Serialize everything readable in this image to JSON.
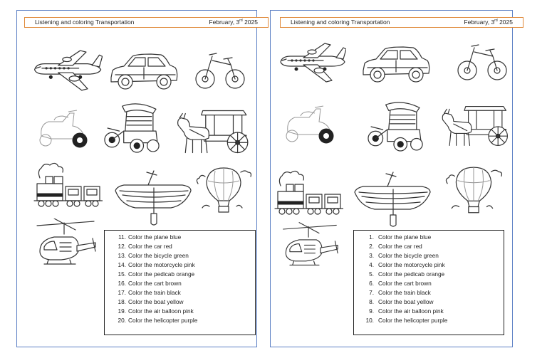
{
  "worksheet": {
    "title": "Listening and coloring Transportation",
    "date_prefix": "February, 3",
    "date_sup": "rd",
    "date_year": "2025"
  },
  "pictures": [
    "airplane-icon",
    "car-icon",
    "bicycle-icon",
    "motorcycle-icon",
    "pedicab-icon",
    "horse-cart-icon",
    "train-icon",
    "boat-icon",
    "hot-air-balloon-icon",
    "helicopter-icon"
  ],
  "left_list": [
    {
      "num": "11.",
      "text": "Color the plane blue"
    },
    {
      "num": "12.",
      "text": "Color the car red"
    },
    {
      "num": "13.",
      "text": "Color the bicycle green"
    },
    {
      "num": "14.",
      "text": "Color the motorcycle pink"
    },
    {
      "num": "15.",
      "text": "Color the pedicab orange"
    },
    {
      "num": "16.",
      "text": "Color the cart brown"
    },
    {
      "num": "17.",
      "text": "Color the train black"
    },
    {
      "num": "18.",
      "text": "Color the boat yellow"
    },
    {
      "num": "19.",
      "text": "Color the air balloon pink"
    },
    {
      "num": "20.",
      "text": "Color the helicopter purple"
    }
  ],
  "right_list": [
    {
      "num": "1.",
      "text": "Color the plane blue"
    },
    {
      "num": "2.",
      "text": "Color the car red"
    },
    {
      "num": "3.",
      "text": "Color the bicycle green"
    },
    {
      "num": "4.",
      "text": "Color the motorcycle pink"
    },
    {
      "num": "5.",
      "text": "Color the pedicab orange"
    },
    {
      "num": "6.",
      "text": "Color the cart brown"
    },
    {
      "num": "7.",
      "text": "Color the train black"
    },
    {
      "num": "8.",
      "text": "Color the boat yellow"
    },
    {
      "num": "9.",
      "text": "Color the air balloon pink"
    },
    {
      "num": "10.",
      "text": "Color the helicopter purple"
    }
  ],
  "colors": {
    "sheet_border": "#5b7fc4",
    "header_border": "#e08a3a"
  }
}
